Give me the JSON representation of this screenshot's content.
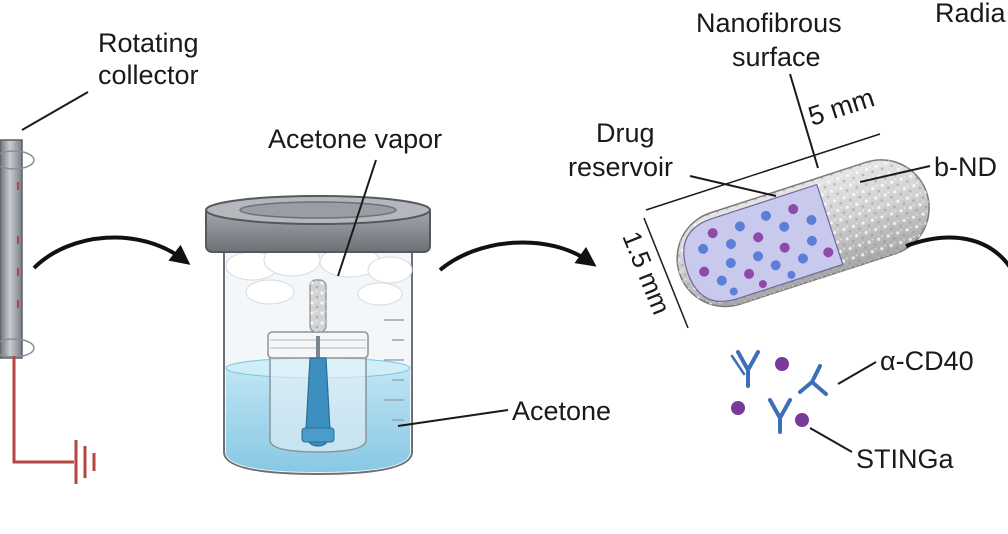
{
  "labels": {
    "rotating_collector": [
      "Rotating",
      "collector"
    ],
    "acetone_vapor": "Acetone vapor",
    "acetone": "Acetone",
    "nanofibrous_surface": [
      "Nanofibrous",
      "surface"
    ],
    "radiation_cut": "Radia",
    "drug_reservoir": [
      "Drug",
      "reservoir"
    ],
    "length": "5 mm",
    "diameter": "1.5 mm",
    "b_nd_cut": "b-ND",
    "anti_cd40": "α-CD40",
    "stinga": "STINGa"
  },
  "colors": {
    "collector_rod": "#8a8f96",
    "ground_wire": "#b5463f",
    "jar_lid": "#8c9096",
    "acetone_liquid": "#9fd6ec",
    "needle_blue": "#3d8fc0",
    "implant_gray": "#c9c9c9",
    "drug_blue": "#5b7fd8",
    "drug_purple": "#8e4aa8",
    "antibody_blue": "#3d6fb8",
    "stinga_purple": "#7a3a9a"
  },
  "icons": [
    "rotating-collector-rod",
    "ground-symbol",
    "glass-jar",
    "needle-hub",
    "cylindrical-implant",
    "antibody-icon",
    "stinga-dot-icon",
    "process-arrow"
  ]
}
